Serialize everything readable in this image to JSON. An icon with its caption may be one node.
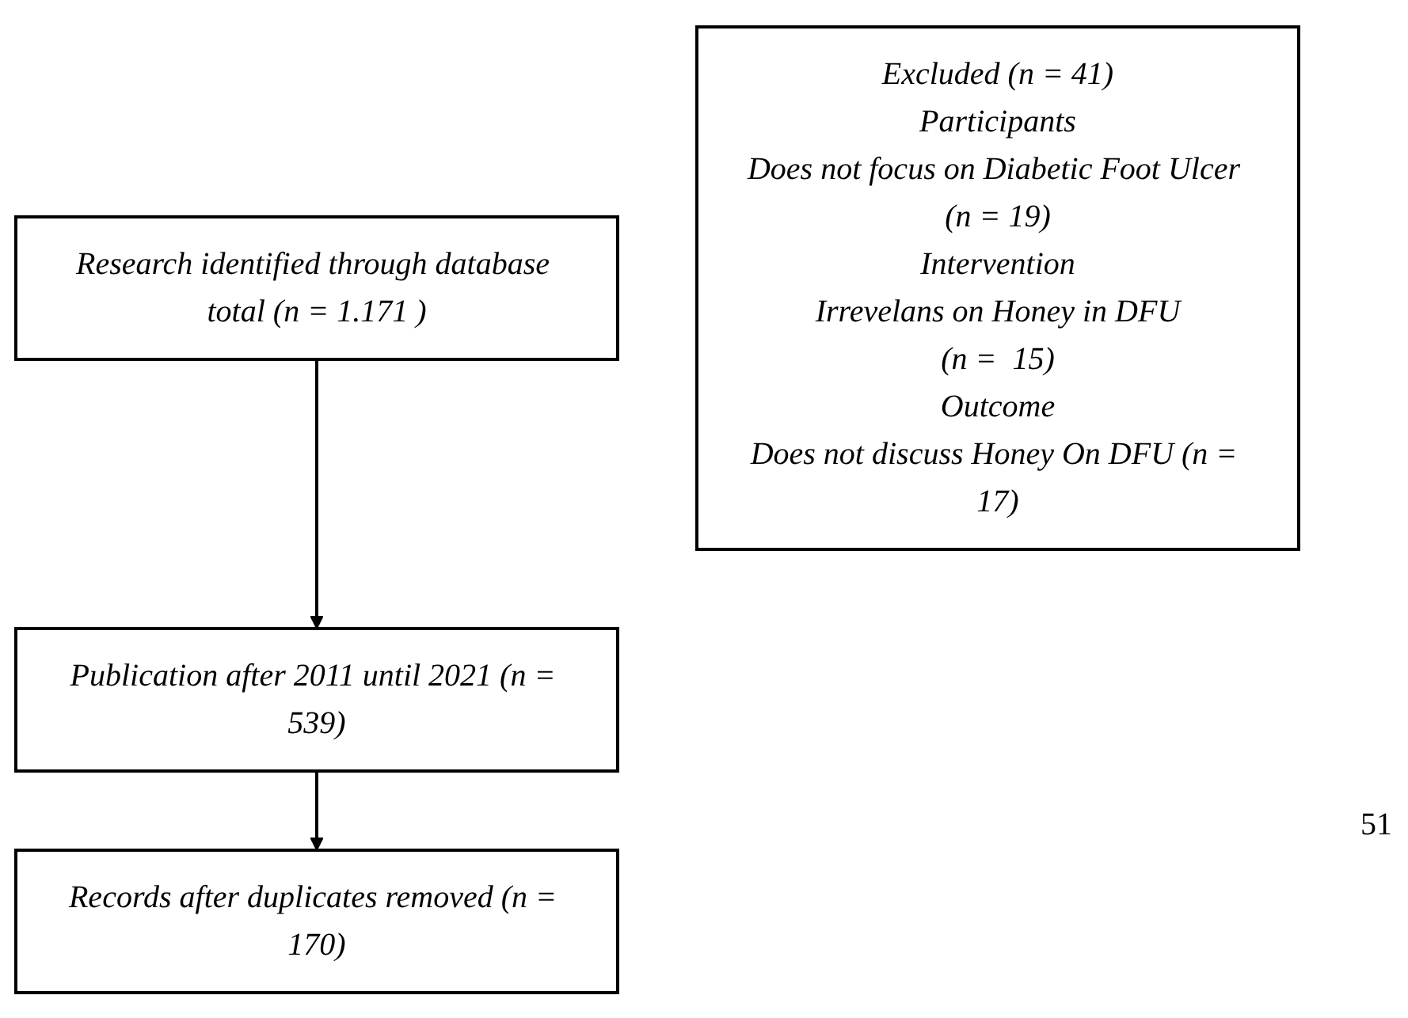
{
  "diagram": {
    "nodes": [
      {
        "text": [
          "Research identified through database total (n = 1.171 )"
        ]
      },
      {
        "text": [
          "Publication after 2011 until 2021 (n = 539)"
        ]
      },
      {
        "text": [
          "Records after duplicates removed (n = 170)"
        ]
      },
      {
        "text": [
          "Excluded (n = 41)",
          "Participants",
          "Does not focus on Diabetic Foot Ulcer (n = 19)",
          "Intervention",
          "Irrevelans on Honey in DFU",
          "(n =  15)",
          "Outcome",
          "Does not discuss Honey On DFU (n = 17)"
        ]
      }
    ],
    "edges": [
      {
        "from": 0,
        "to": 1,
        "arrow": "to"
      },
      {
        "from": 1,
        "to": 2,
        "arrow": "to"
      }
    ],
    "labels": [
      "51"
    ]
  }
}
